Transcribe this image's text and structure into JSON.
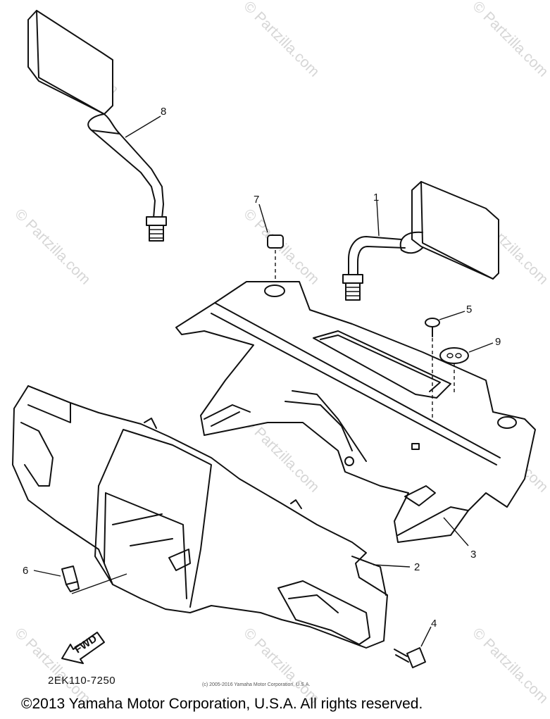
{
  "diagram": {
    "callouts": [
      {
        "id": "1",
        "label": "1"
      },
      {
        "id": "2",
        "label": "2"
      },
      {
        "id": "3",
        "label": "3"
      },
      {
        "id": "4",
        "label": "4"
      },
      {
        "id": "5",
        "label": "5"
      },
      {
        "id": "6",
        "label": "6"
      },
      {
        "id": "7",
        "label": "7"
      },
      {
        "id": "8",
        "label": "8"
      },
      {
        "id": "9",
        "label": "9"
      }
    ],
    "fwd_label": "FWD",
    "part_code": "2EK110-7250",
    "small_copyright": "(c) 2005-2016 Yamaha Motor Corporation, U.S.A.",
    "copyright": "©2013 Yamaha Motor Corporation, U.S.A. All rights reserved."
  },
  "watermark": {
    "text": "© Partzilla.com",
    "color": "#d6d6d6"
  }
}
